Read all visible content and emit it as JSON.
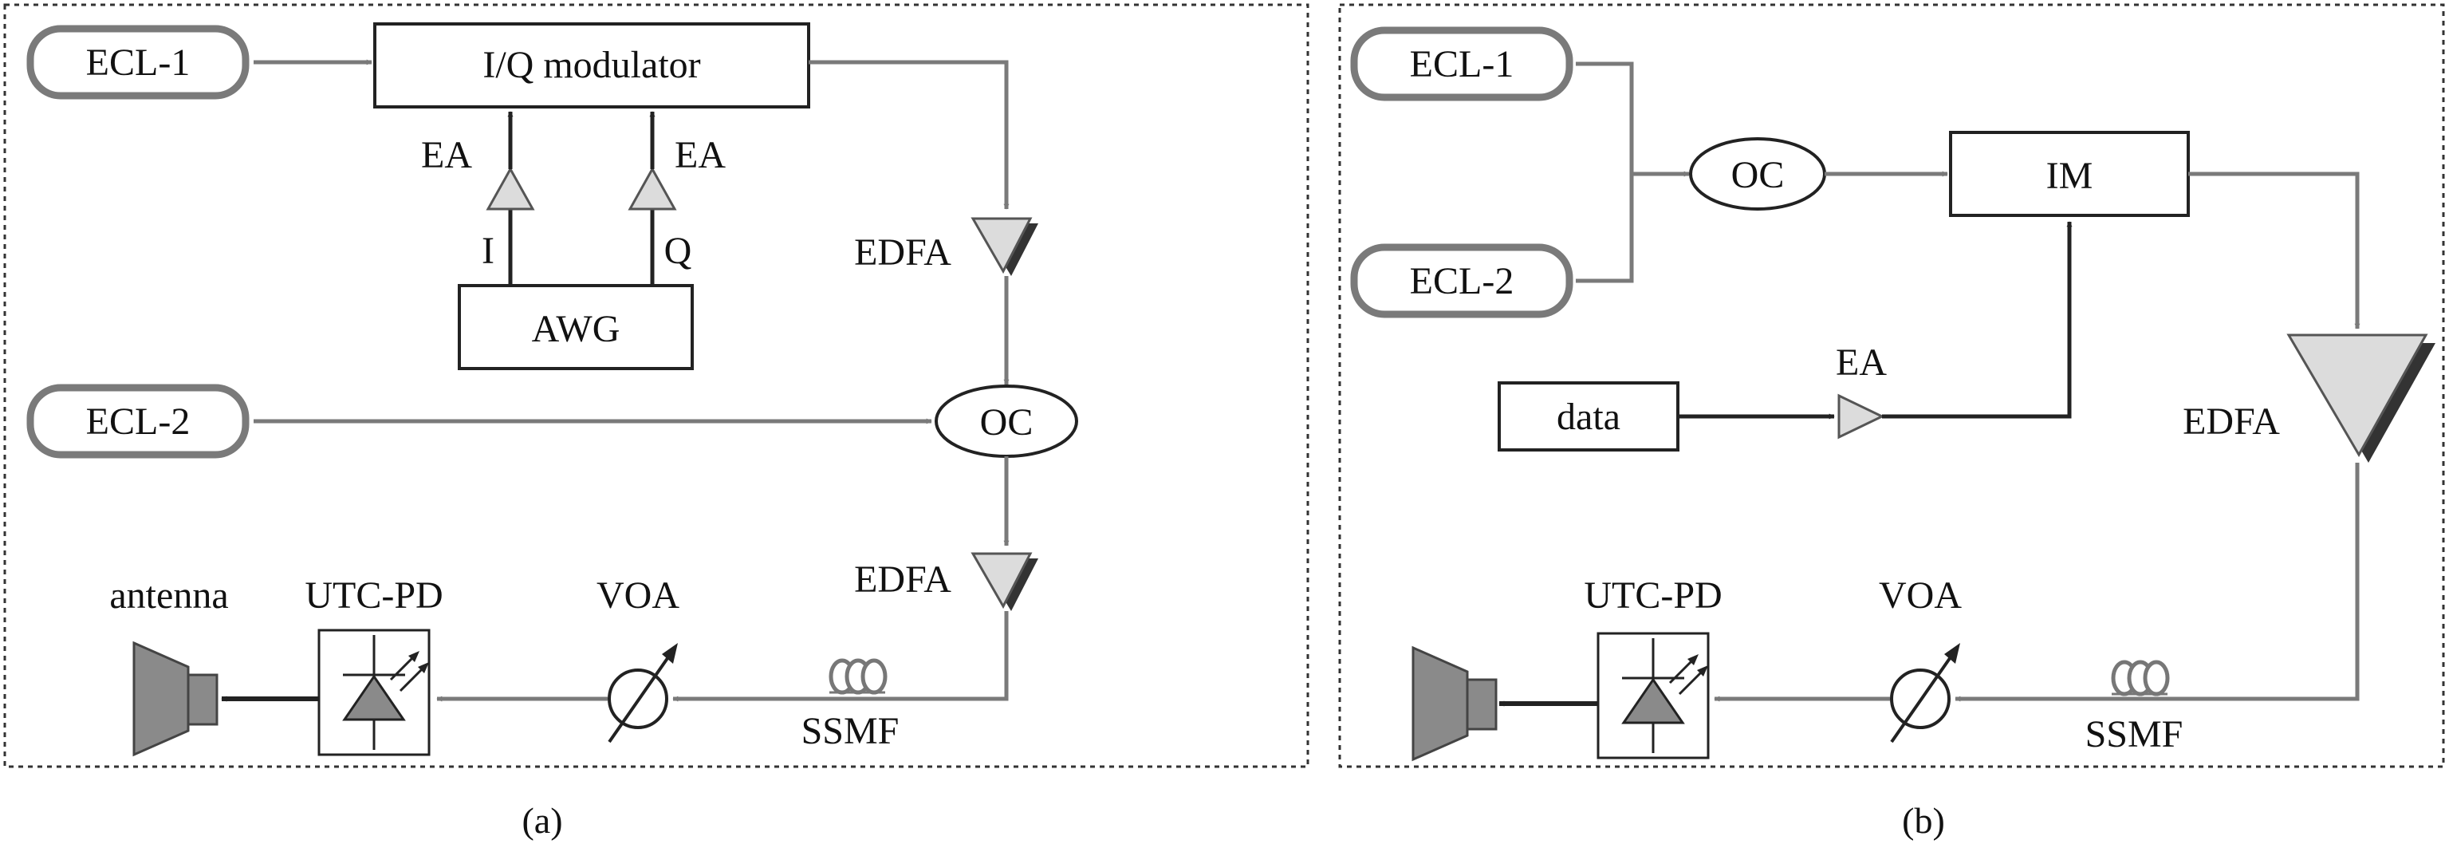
{
  "colors": {
    "optical_link": "#7a7a7a",
    "electrical_link": "#222222",
    "laser_border": "#7a7a7a",
    "amplifier_fill": "#dcdcdc",
    "antenna_fill": "#8a8a8a"
  },
  "panel_a": {
    "caption": "(a)",
    "ecl1": "ECL-1",
    "ecl2": "ECL-2",
    "iq_modulator": "I/Q modulator",
    "ea_left": "EA",
    "ea_right": "EA",
    "i_label": "I",
    "q_label": "Q",
    "awg": "AWG",
    "edfa_top": "EDFA",
    "oc": "OC",
    "edfa_bottom": "EDFA",
    "antenna": "antenna",
    "utc_pd": "UTC-PD",
    "voa": "VOA",
    "ssmf": "SSMF"
  },
  "panel_b": {
    "caption": "(b)",
    "ecl1": "ECL-1",
    "ecl2": "ECL-2",
    "oc": "OC",
    "im": "IM",
    "data": "data",
    "ea": "EA",
    "edfa": "EDFA",
    "utc_pd": "UTC-PD",
    "voa": "VOA",
    "ssmf": "SSMF"
  },
  "icons": [
    "antenna-horn-icon",
    "photodiode-icon",
    "attenuator-icon",
    "fiber-spool-icon",
    "amplifier-triangle-icon"
  ]
}
